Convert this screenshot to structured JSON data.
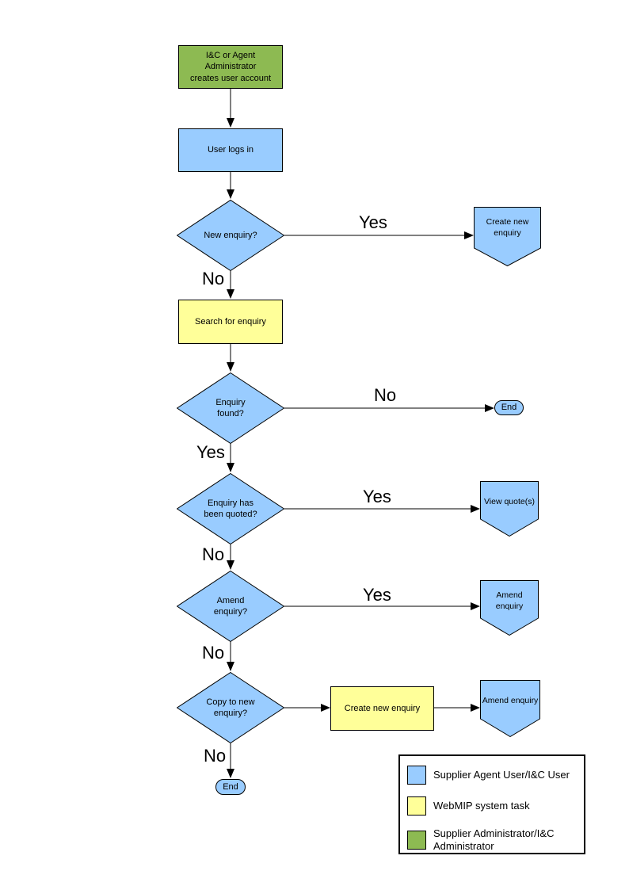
{
  "colors": {
    "user_task": "#99ccff",
    "system_task": "#ffff99",
    "admin_task": "#8dba52",
    "outline": "#000000"
  },
  "flowchart": {
    "nodes": {
      "create_account": "I&C or Agent Administrator\ncreates user account",
      "user_logs_in": "User logs in",
      "new_enquiry": "New enquiry?",
      "create_new_enquiry_offpage": "Create new\nenquiry",
      "search_for_enquiry": "Search for enquiry",
      "enquiry_found": "Enquiry\nfound?",
      "end_right": "End",
      "enquiry_quoted": "Enquiry has\nbeen quoted?",
      "view_quotes": "View quote(s)",
      "amend_enquiry_decision": "Amend\nenquiry?",
      "amend_enquiry_offpage": "Amend enquiry",
      "copy_to_new_enquiry": "Copy to new\nenquiry?",
      "create_new_enquiry_task": "Create new enquiry",
      "amend_enquiry_offpage_2": "Amend enquiry",
      "end_bottom": "End"
    },
    "edge_labels": {
      "new_enquiry_yes": "Yes",
      "new_enquiry_no": "No",
      "enquiry_found_no": "No",
      "enquiry_found_yes": "Yes",
      "enquiry_quoted_yes": "Yes",
      "enquiry_quoted_no": "No",
      "amend_enquiry_yes": "Yes",
      "amend_enquiry_no": "No",
      "copy_to_new_no": "No"
    }
  },
  "legend": {
    "items": [
      {
        "label": "Supplier Agent User/I&C User",
        "color": "#99ccff"
      },
      {
        "label": "WebMIP system task",
        "color": "#ffff99"
      },
      {
        "label": "Supplier Administrator/I&C\nAdministrator",
        "color": "#8dba52"
      }
    ]
  }
}
